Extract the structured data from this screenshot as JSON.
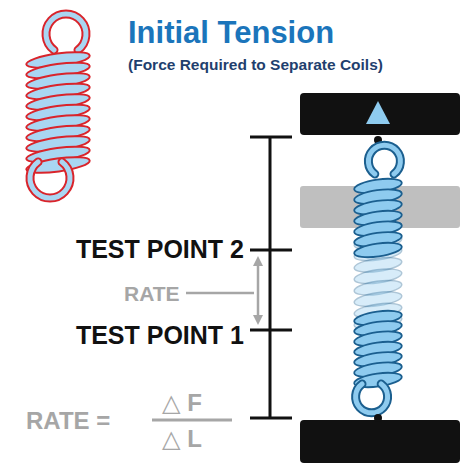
{
  "diagram": {
    "title": "Initial Tension",
    "labels": [
      "(Force Required to Separate Coils)",
      "TEST POINT 2",
      "RATE",
      "TEST POINT 1",
      "RATE =",
      "△ F",
      "△ L"
    ]
  }
}
